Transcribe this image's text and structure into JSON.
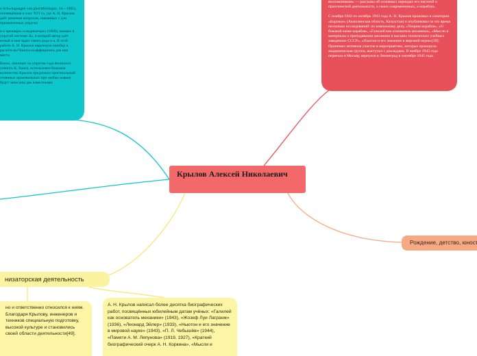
{
  "central": {
    "title": "Крылов Алексей Николаевич"
  },
  "teal_note": {
    "paragraphs": [
      "n Schwingungen von gleichförmigen, 34—1905), посвящённая в сокс XVI го, где А. Н. Крылов даёт решения вопросов, связанных с для призматичных упругих",
      "и о крешерах и индикаторах (1909); ваемых в упругой системе. й», в которой автор даёт ясный и ния задач такого рода и в. В этой работе А. Н. Крылов наружную ошибку в расчёте вн-Чанита коэффициента для ния места.",
      "Балок, лежащих на упругом года японского учёного К. Хаяси, использовал большое количество Крылов предложил оригинальный стоянных произвольных при любых ковков будут записаны два известными."
    ]
  },
  "red_note": {
    "paragraphs": [
      "воспоминания» — рассказы об основных периодах его научной и практической деятельности, о своих современниках, о кораблях.",
      "С ноября 1942 по октябрь 1943 года А. Н. Крылов проживал в санатории «Боровое» (Акмолинская область, Казахстан) и опубликовал за это время несколько исследований: по компасному делу, «Теорию корабля», «О боковой качке корабля», «Галилей как основатель механики», «Мысли и материалы о преподавании механики в высших технических учебных заведениях СССР», «Ньютон и его значение в мировой науке»[39]. Принимал активное участие в мероприятиях, которые проводила академическая группа, выступал с докладами. В ноябре 1943 года переехал в Москву, вернулся в Ленинград в сентябре 1945 года."
    ]
  },
  "orange_node": {
    "label": "Рождение, детство, юность"
  },
  "yellow_branch": {
    "header": "низаторская деятельность",
    "left_card": "но и ответственно относился к ниям. Благодаря Крылову, инженеров и техников специальную подготовку, высокой культуре и становились своей области деятельности[49].",
    "right_card": "А. Н. Крылов написал более десятка биографических работ, посвящённых юбилейным датам учёных: «Галилей как основатель механики» (1943), «Жозеф Луи Лагранж» (1936), «Леонард Эйлер» (1933), «Ньютон и его значение в мировой науке» (1943), «П. Л. Чебышёв» (1944), «Памяти А. М. Ляпунова» (1919, 1927), «Краткий биографический очерк А. Н. Коркина», «Мысли и"
  },
  "colors": {
    "teal": "#0ec7cc",
    "red": "#e8505a",
    "central": "#f3696a",
    "orange": "#f5aa84",
    "yellow": "#fbf3a0"
  }
}
